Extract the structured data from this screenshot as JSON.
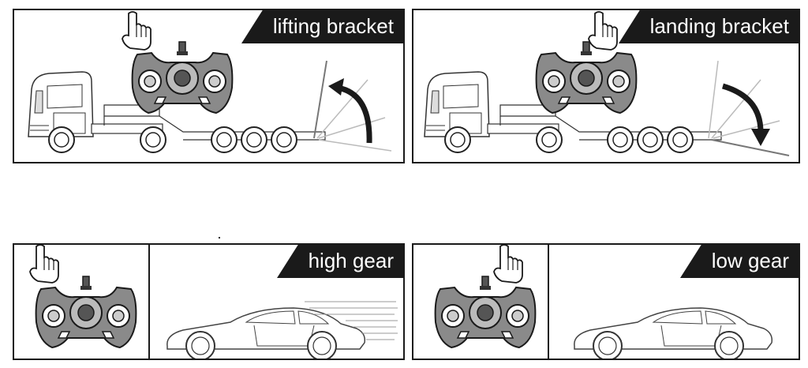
{
  "panels": {
    "lifting": {
      "label": "lifting bracket"
    },
    "landing": {
      "label": "landing bracket"
    },
    "high": {
      "label": "high gear"
    },
    "low": {
      "label": "low gear"
    }
  },
  "colors": {
    "ink": "#1a1a1a",
    "remote_body": "#8a8a8a",
    "line": "#555555"
  }
}
